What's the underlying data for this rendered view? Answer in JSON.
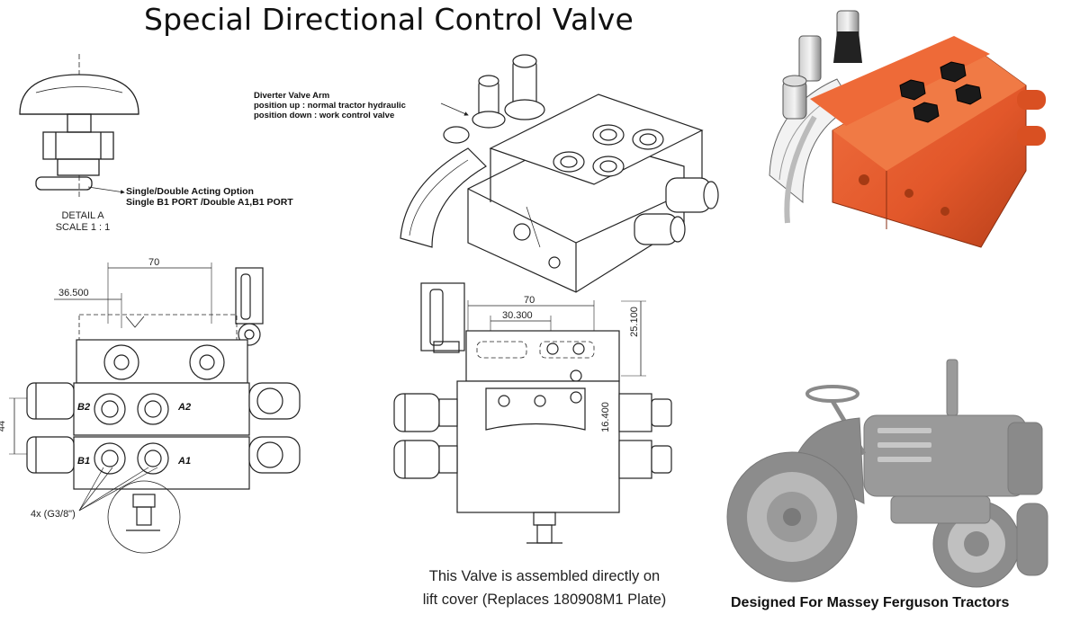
{
  "title": "Special Directional Control Valve",
  "detail": {
    "label_line1": "DETAIL A",
    "label_line2": "SCALE 1 : 1",
    "option_line1": "Single/Double Acting Option",
    "option_line2": "Single B1 PORT /Double A1,B1 PORT"
  },
  "diverter": {
    "line1": "Diverter Valve Arm",
    "line2": "position up : normal tractor hydraulic",
    "line3": "position down : work control valve"
  },
  "front_view": {
    "dim_top": "70",
    "dim_left": "36.500",
    "dim_height": "44",
    "ports": [
      "B2",
      "A2",
      "B1",
      "A1"
    ],
    "thread_note": "4x (G3/8\")"
  },
  "side_view": {
    "dim_top": "70",
    "dim_inner": "30.300",
    "dim_right": "25.100",
    "dim_lower": "16.400"
  },
  "caption": {
    "line1": "This Valve is assembled directly on",
    "line2": "lift cover (Replaces 180908M1 Plate)"
  },
  "brand": "Designed For Massey Ferguson Tractors",
  "colors": {
    "valve_body": "#e2572a",
    "cap": "#1a1a1a",
    "tractor": "#9a9a9a"
  }
}
